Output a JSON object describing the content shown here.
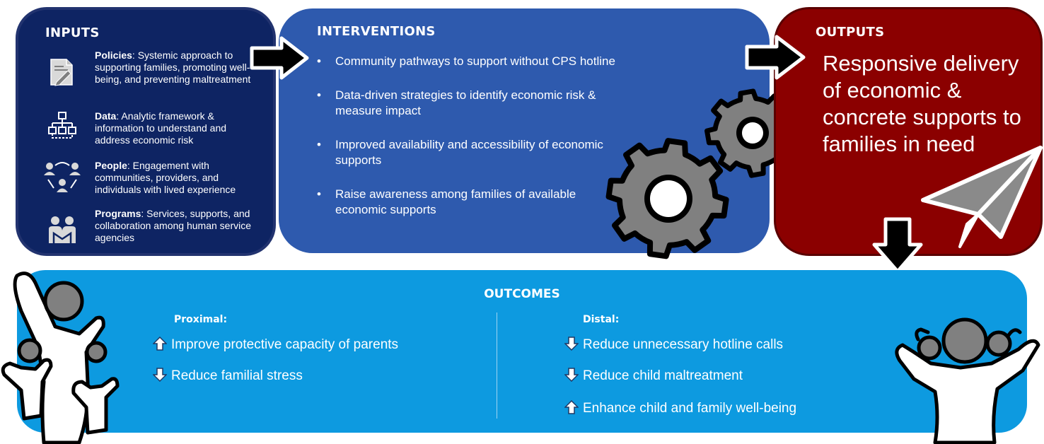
{
  "inputs": {
    "title": "INPUTS",
    "items": [
      {
        "icon": "policy-document-icon",
        "term": "Policies",
        "text": ": Systemic approach to supporting families, promoting well-being, and preventing maltreatment"
      },
      {
        "icon": "data-hierarchy-icon",
        "term": "Data",
        "text": ": Analytic framework & information to understand and address economic risk"
      },
      {
        "icon": "people-network-icon",
        "term": "People",
        "text": ": Engagement with communities, providers, and individuals with lived experience"
      },
      {
        "icon": "collaboration-icon",
        "term": "Programs",
        "text": ": Services, supports, and collaboration among human service agencies"
      }
    ]
  },
  "interventions": {
    "title": "INTERVENTIONS",
    "bullet": "•",
    "items": [
      "Community pathways to support without CPS hotline",
      "Data-driven strategies to identify economic risk & measure impact",
      "Improved availability and accessibility of economic supports",
      "Raise awareness among families of available economic supports"
    ]
  },
  "outputs": {
    "title": "OUTPUTS",
    "text": "Responsive delivery of economic & concrete supports to families in need"
  },
  "outcomes": {
    "title": "OUTCOMES",
    "proximal": {
      "heading": "Proximal:",
      "items": [
        {
          "direction": "up",
          "text": "Improve protective capacity of parents"
        },
        {
          "direction": "down",
          "text": "Reduce familial stress"
        }
      ]
    },
    "distal": {
      "heading": "Distal:",
      "items": [
        {
          "direction": "down",
          "text": "Reduce unnecessary hotline calls"
        },
        {
          "direction": "down",
          "text": "Reduce child maltreatment"
        },
        {
          "direction": "up",
          "text": "Enhance child and family well-being"
        }
      ]
    }
  },
  "colors": {
    "inputs": "#0e2463",
    "interventions": "#2e5aae",
    "outputs": "#8b0000",
    "outcomes": "#0d9ae0",
    "gear": "#808080"
  }
}
